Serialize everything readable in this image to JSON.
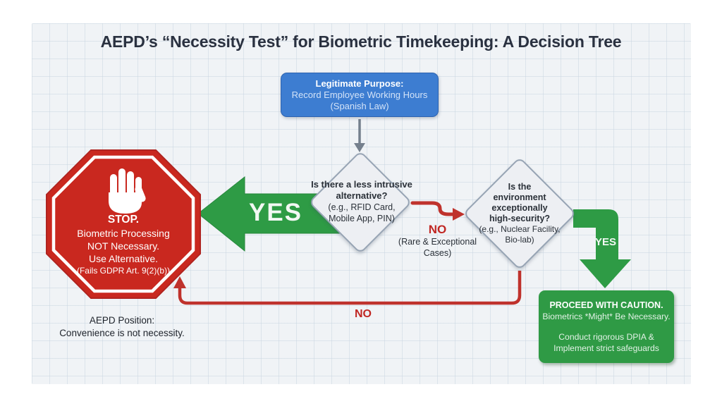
{
  "title": "AEPD’s “Necessity Test” for Biometric Timekeeping: A Decision Tree",
  "nodes": {
    "purpose": {
      "heading": "Legitimate Purpose:",
      "line1": "Record Employee Working Hours",
      "line2": "(Spanish Law)"
    },
    "q_alternative": {
      "question": "Is there a less intrusive alternative?",
      "examples": "(e.g., RFID Card, Mobile App, PIN)"
    },
    "q_environment": {
      "question": "Is the environment exceptionally high-security?",
      "examples": "(e.g., Nuclear Facility, Bio-lab)"
    },
    "stop": {
      "title": "STOP.",
      "line1": "Biometric Processing",
      "line2": "NOT Necessary.",
      "line3": "Use Alternative.",
      "note": "(Fails GDPR Art. 9(2)(b))"
    },
    "caution": {
      "heading": "PROCEED WITH CAUTION.",
      "line1": "Biometrics *Might* Be Necessary.",
      "line2": "Conduct rigorous DPIA &",
      "line3": "Implement strict safeguards"
    }
  },
  "labels": {
    "yes_left": "YES",
    "no_branch": "NO",
    "no_branch_sub": "(Rare & Exceptional Cases)",
    "yes_right": "YES",
    "no_return": "NO",
    "position_line1": "AEPD Position:",
    "position_line2": "Convenience is not necessity."
  },
  "colors": {
    "blue_node": "#3d7dd1",
    "red_node": "#c9281f",
    "green_node": "#2f9a45",
    "green_arrow": "#2e9b45",
    "red_connector": "#bf322c",
    "gray_connector": "#75808d",
    "diamond_fill": "#edeff3",
    "diamond_border": "#97a4b4",
    "canvas_bg": "#f0f3f6",
    "title_text": "#2a3140"
  }
}
